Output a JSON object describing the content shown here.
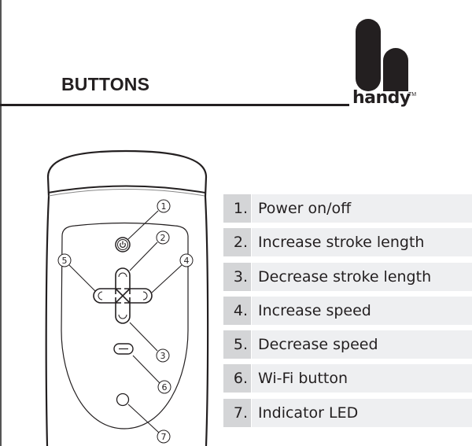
{
  "page": {
    "title": "BUTTONS",
    "logo": {
      "brand": "handy",
      "trademark": "TM"
    }
  },
  "callouts": [
    "1",
    "2",
    "3",
    "4",
    "5",
    "6",
    "7"
  ],
  "buttons": [
    {
      "number": "1.",
      "label": "Power on/off"
    },
    {
      "number": "2.",
      "label": "Increase stroke length"
    },
    {
      "number": "3.",
      "label": "Decrease stroke length"
    },
    {
      "number": "4.",
      "label": "Increase speed"
    },
    {
      "number": "5.",
      "label": "Decrease speed"
    },
    {
      "number": "6.",
      "label": "Wi-Fi button"
    },
    {
      "number": "7.",
      "label": "Indicator LED"
    }
  ]
}
